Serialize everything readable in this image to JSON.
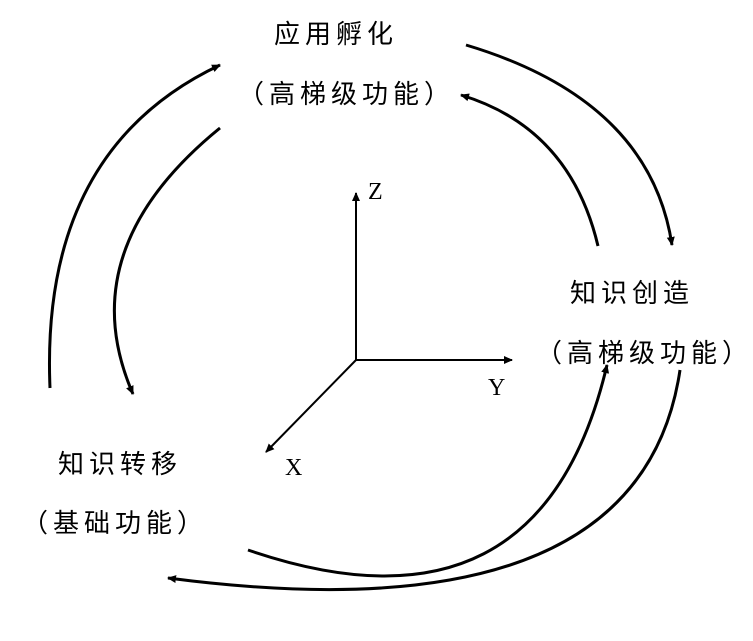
{
  "nodes": {
    "top": {
      "title": "应用孵化",
      "subtitle": "（高梯级功能）"
    },
    "right": {
      "title": "知识创造",
      "subtitle": "（高梯级功能）"
    },
    "left": {
      "title": "知识转移",
      "subtitle": "（基础功能）"
    }
  },
  "axes": {
    "z": "Z",
    "y": "Y",
    "x": "X"
  },
  "colors": {
    "stroke": "#000000",
    "text": "#000000"
  }
}
